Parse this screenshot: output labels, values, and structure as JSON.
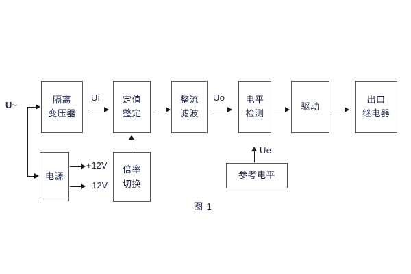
{
  "diagram": {
    "caption": "图 1",
    "input_label": "U~",
    "signal_labels": {
      "ui": "Ui",
      "uo": "Uo",
      "ue": "Ue"
    },
    "power_rails": [
      {
        "label": "+12V"
      },
      {
        "label": "- 12V"
      }
    ],
    "blocks": [
      {
        "id": "isolation-transformer",
        "line1": "隔离",
        "line2": "变压器"
      },
      {
        "id": "setting-value",
        "line1": "定值",
        "line2": "整定"
      },
      {
        "id": "rectify-filter",
        "line1": "整流",
        "line2": "滤波"
      },
      {
        "id": "level-detect",
        "line1": "电平",
        "line2": "检测"
      },
      {
        "id": "drive",
        "line1": "驱动",
        "line2": ""
      },
      {
        "id": "output-relay",
        "line1": "出口",
        "line2": "继电器"
      },
      {
        "id": "power-supply",
        "line1": "电源",
        "line2": ""
      },
      {
        "id": "multiplier-switch",
        "line1": "倍率",
        "line2": "切换"
      },
      {
        "id": "reference-level",
        "line1": "参考电平",
        "line2": ""
      }
    ],
    "colors": {
      "border": "#5a5a5a",
      "line": "#1a1a1a",
      "text": "#1c2541",
      "background": "#ffffff"
    }
  }
}
